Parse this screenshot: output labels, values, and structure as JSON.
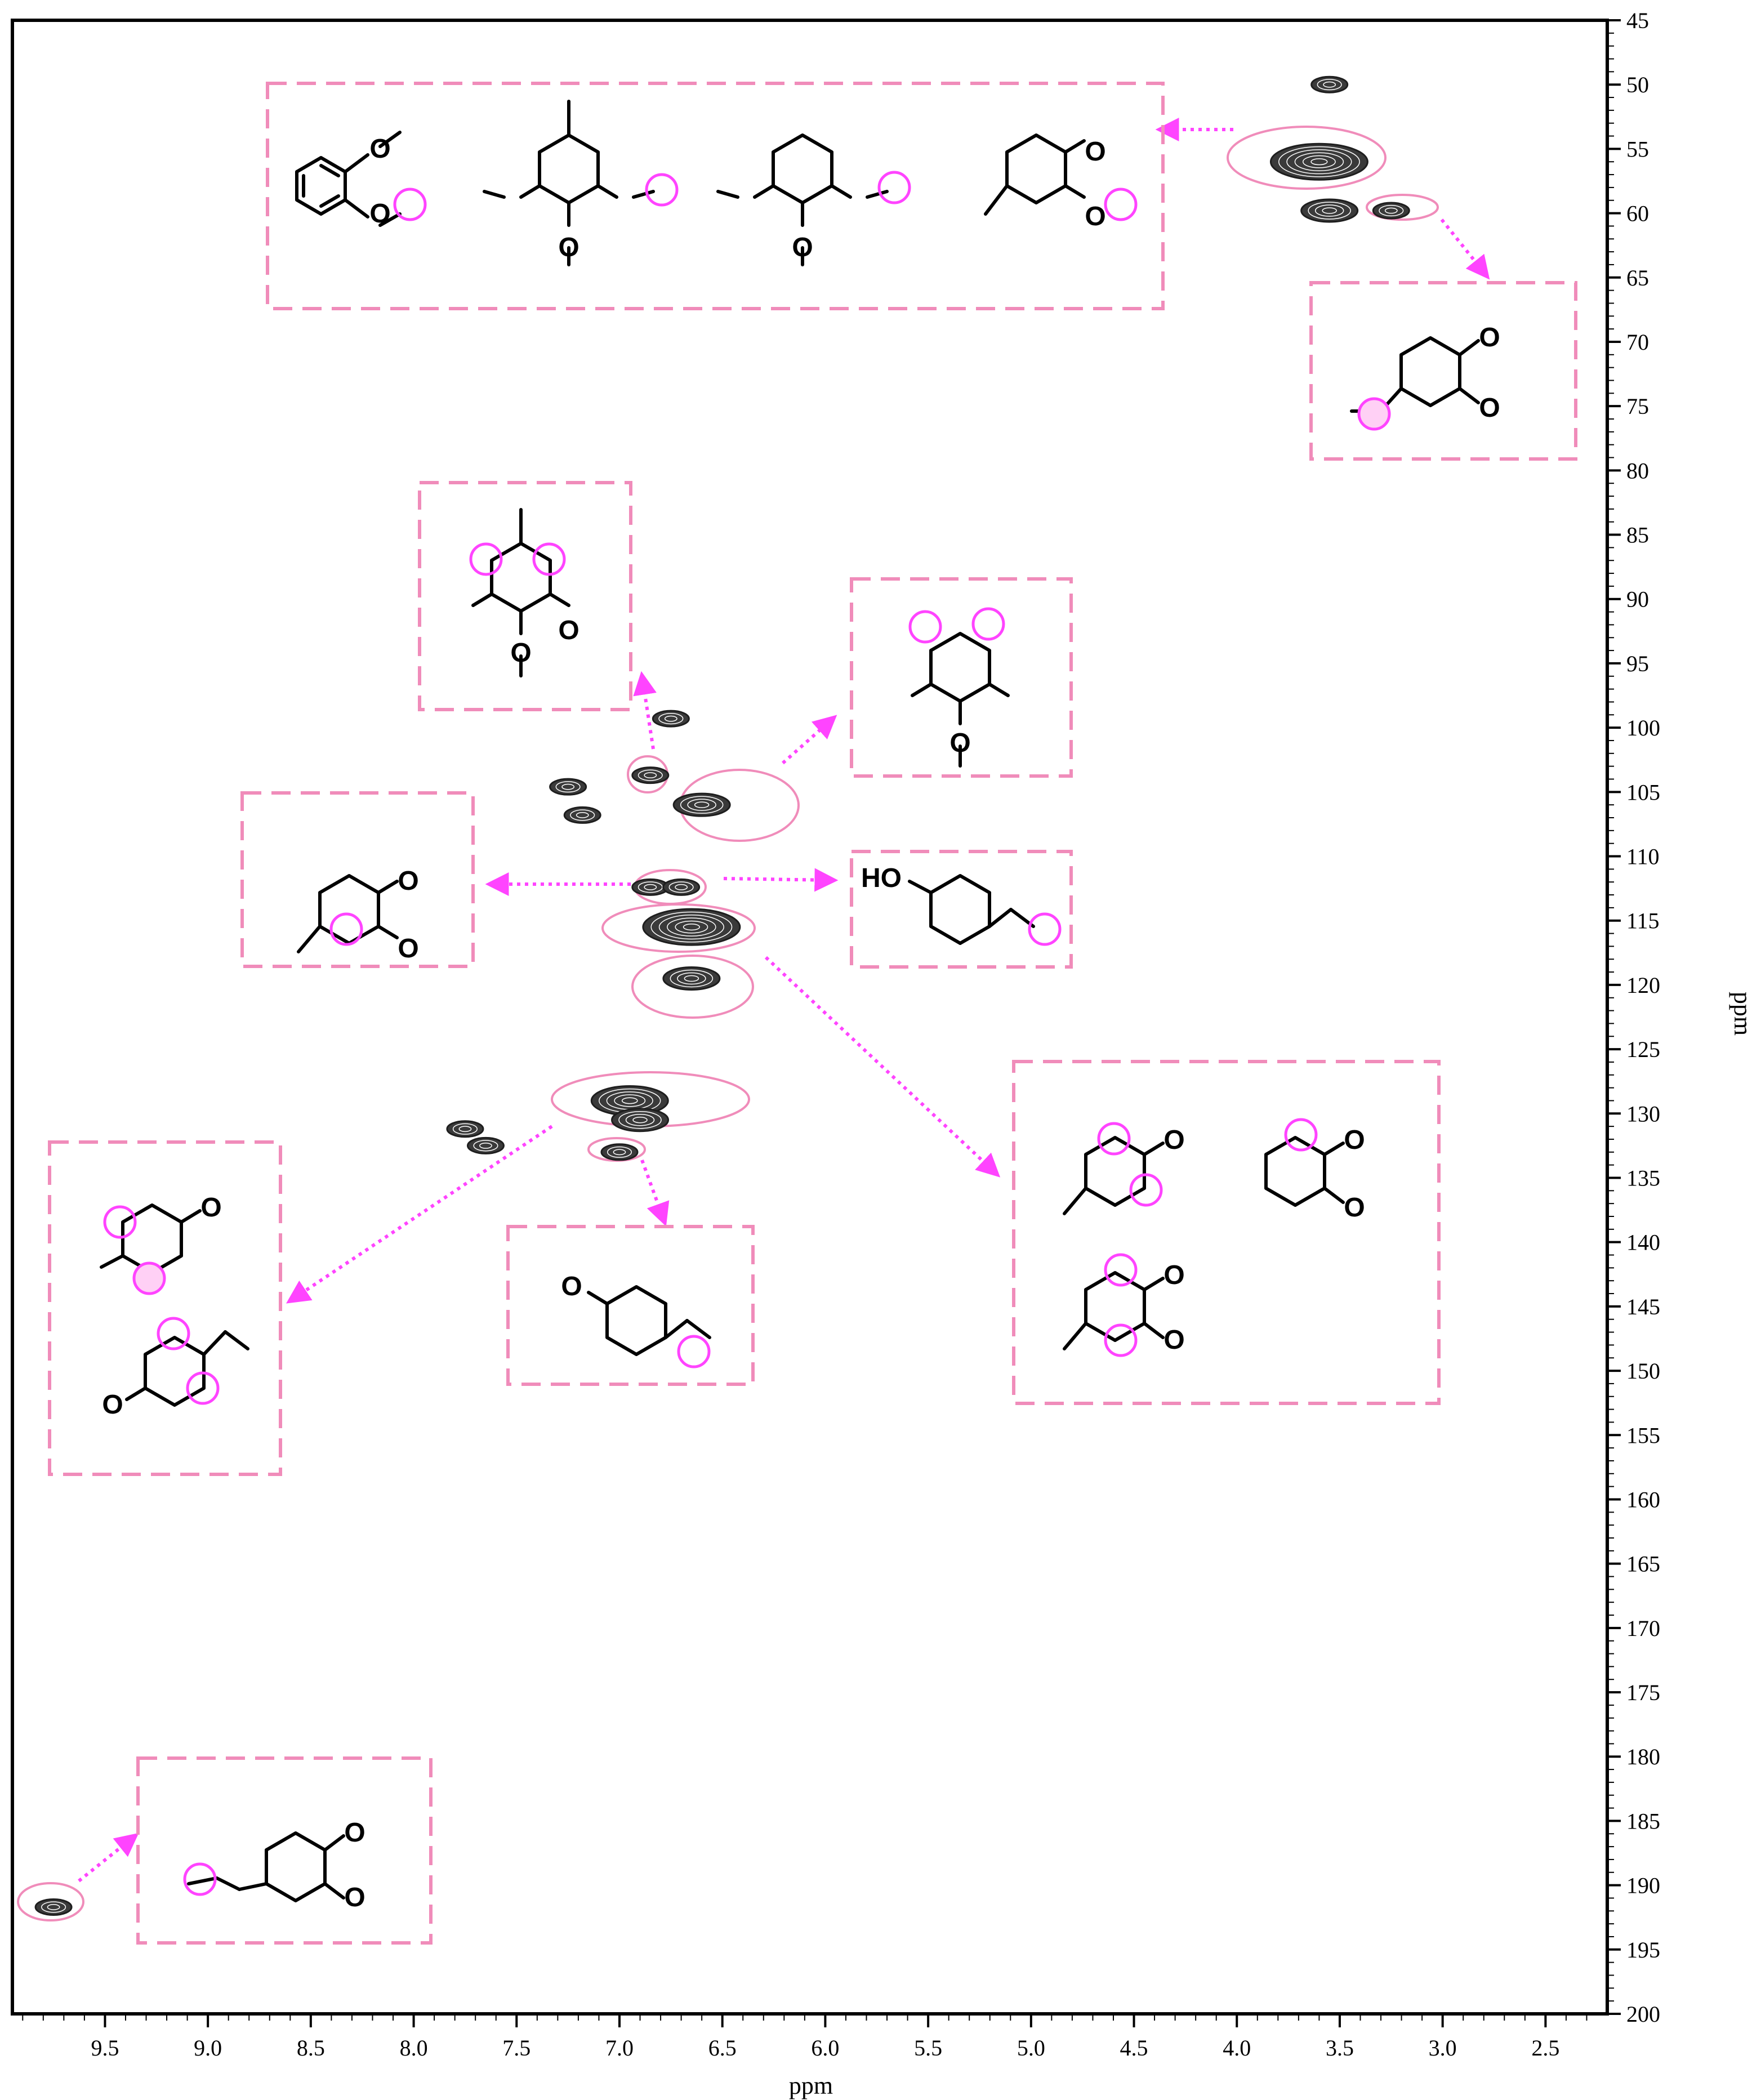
{
  "chart_data": {
    "type": "heatmap",
    "subtype": "2D HSQC NMR contour plot",
    "title": "",
    "xlabel": "ppm",
    "ylabel": "ppm",
    "x_reversed": true,
    "y_reversed": true,
    "xlim": [
      9.95,
      2.2
    ],
    "ylim": [
      45,
      200
    ],
    "x_ticks": [
      "9.5",
      "9.0",
      "8.5",
      "8.0",
      "7.5",
      "7.0",
      "6.5",
      "6.0",
      "5.5",
      "5.0",
      "4.5",
      "4.0",
      "3.5",
      "3.0",
      "2.5"
    ],
    "y_ticks": [
      "45",
      "50",
      "55",
      "60",
      "65",
      "70",
      "75",
      "80",
      "85",
      "90",
      "95",
      "100",
      "105",
      "110",
      "115",
      "120",
      "125",
      "130",
      "135",
      "140",
      "145",
      "150",
      "155",
      "160",
      "165",
      "170",
      "175",
      "180",
      "185",
      "190",
      "195",
      "200"
    ],
    "grid": false,
    "legend": "none",
    "colors": {
      "contour": "#2b2b2b",
      "highlight": "#ff44ff",
      "box": "#f08cba",
      "ellipse": "#f08cba"
    },
    "peaks": [
      {
        "x": 3.55,
        "y": 50.0,
        "size": 1
      },
      {
        "x": 3.6,
        "y": 56.0,
        "size": 4
      },
      {
        "x": 3.55,
        "y": 59.8,
        "size": 2
      },
      {
        "x": 3.25,
        "y": 59.8,
        "size": 1
      },
      {
        "x": 6.75,
        "y": 99.3,
        "size": 1
      },
      {
        "x": 6.85,
        "y": 103.7,
        "size": 1
      },
      {
        "x": 7.25,
        "y": 104.6,
        "size": 1
      },
      {
        "x": 7.18,
        "y": 106.8,
        "size": 1
      },
      {
        "x": 6.6,
        "y": 106.0,
        "size": 2
      },
      {
        "x": 6.85,
        "y": 112.4,
        "size": 1
      },
      {
        "x": 6.7,
        "y": 112.4,
        "size": 1
      },
      {
        "x": 6.65,
        "y": 115.5,
        "size": 4
      },
      {
        "x": 6.65,
        "y": 119.5,
        "size": 2
      },
      {
        "x": 6.95,
        "y": 129.0,
        "size": 3
      },
      {
        "x": 6.9,
        "y": 130.5,
        "size": 2
      },
      {
        "x": 7.75,
        "y": 131.2,
        "size": 1
      },
      {
        "x": 7.65,
        "y": 132.5,
        "size": 1
      },
      {
        "x": 7.0,
        "y": 133.0,
        "size": 1
      },
      {
        "x": 9.75,
        "y": 191.7,
        "size": 1
      }
    ],
    "structure_labels": [
      "O",
      "O",
      "O",
      "O",
      "O",
      "O",
      "O",
      "O",
      "O",
      "O",
      "O",
      "O",
      "O",
      "HO",
      "O",
      "O",
      "O",
      "O",
      "O",
      "O",
      "O",
      "O",
      "O",
      "O"
    ]
  }
}
